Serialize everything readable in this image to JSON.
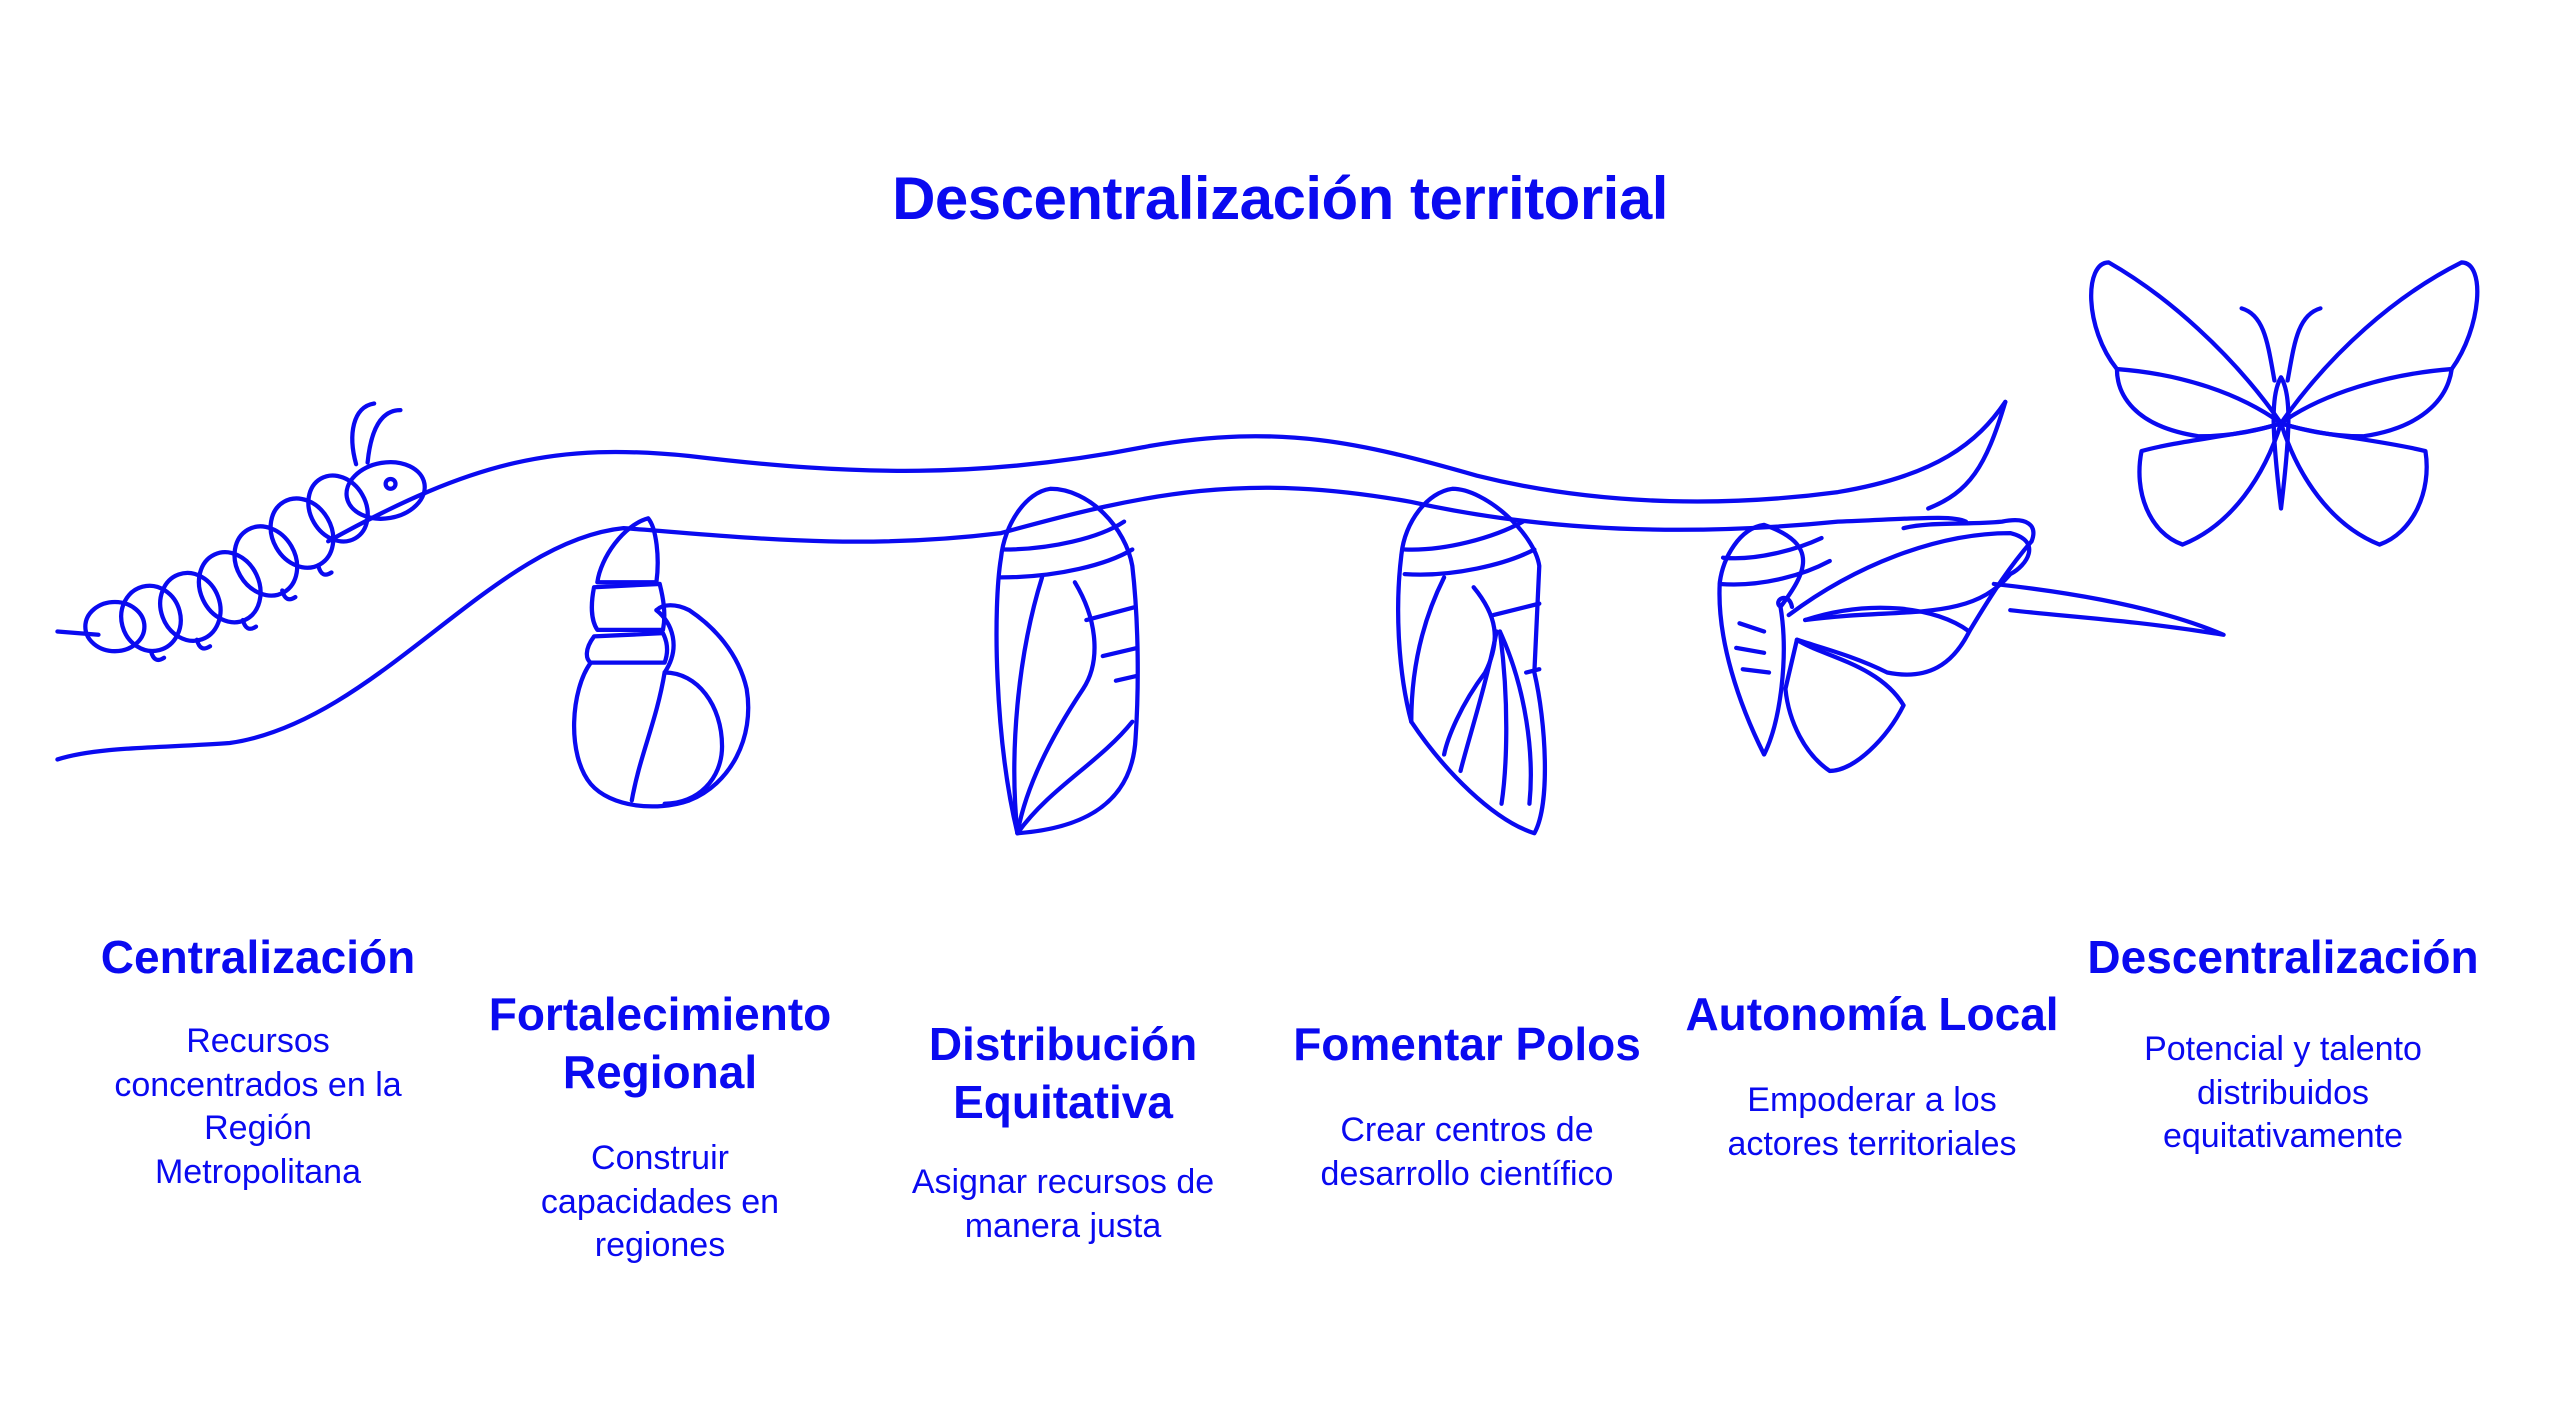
{
  "title": "Descentralización territorial",
  "accent_color": "#0a0af0",
  "stages": [
    {
      "heading": "Centralización",
      "text": "Recursos concentrados en la Región Metropolitana",
      "icon": "caterpillar-icon"
    },
    {
      "heading": "Fortalecimiento Regional",
      "text": "Construir capacidades en regiones",
      "icon": "chrysalis-forming-icon"
    },
    {
      "heading": "Distribución Equitativa",
      "text": "Asignar recursos de manera justa",
      "icon": "chrysalis-icon"
    },
    {
      "heading": "Fomentar Polos",
      "text": "Crear centros de desarrollo científico",
      "icon": "chrysalis-mature-icon"
    },
    {
      "heading": "Autonomía Local",
      "text": "Empoderar a los actores territoriales",
      "icon": "emerging-butterfly-icon"
    },
    {
      "heading": "Descentralización",
      "text": "Potencial y talento distribuidos equitativamente",
      "icon": "butterfly-icon"
    }
  ]
}
